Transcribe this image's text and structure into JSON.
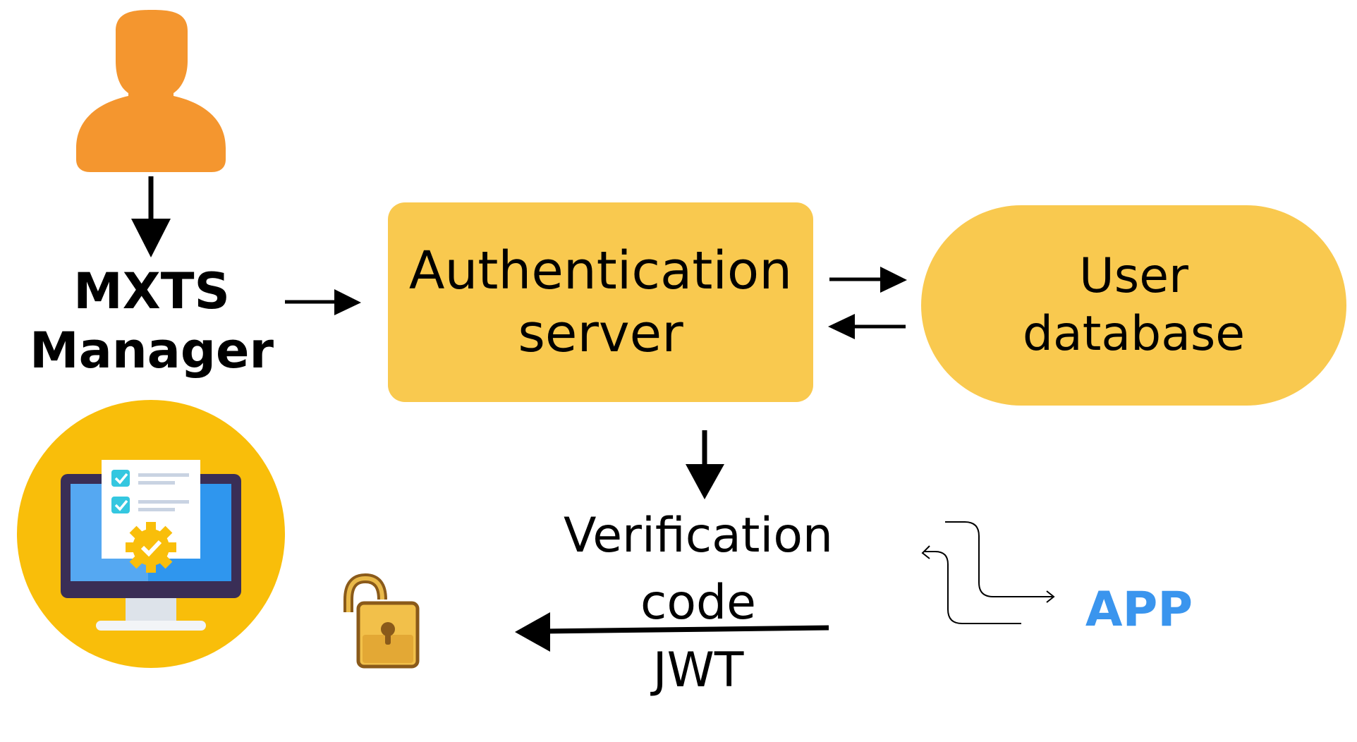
{
  "nodes": {
    "manager": {
      "line1": "MXTS",
      "line2": "Manager"
    },
    "auth_server": {
      "line1": "Authentication",
      "line2": "server"
    },
    "user_database": {
      "line1": "User",
      "line2": "database"
    },
    "verification": {
      "line1": "Verification",
      "line2": "code",
      "line3": "JWT"
    },
    "app": {
      "label": "APP"
    }
  },
  "icons": {
    "user": "user-silhouette-icon",
    "computer": "computer-checklist-gear-icon",
    "lock": "open-padlock-icon",
    "flow": "swap-arrows-icon"
  },
  "colors": {
    "user_icon": "#F4962F",
    "box_fill": "#F9C94F",
    "app_text": "#3A95EE",
    "circle_bg": "#F9BE0A",
    "monitor_frame": "#3A2E56",
    "monitor_screen": "#2F96EE",
    "gear": "#F9BE0A",
    "lock_gold": "#F2C04A",
    "lock_outline": "#8A5A1A"
  }
}
